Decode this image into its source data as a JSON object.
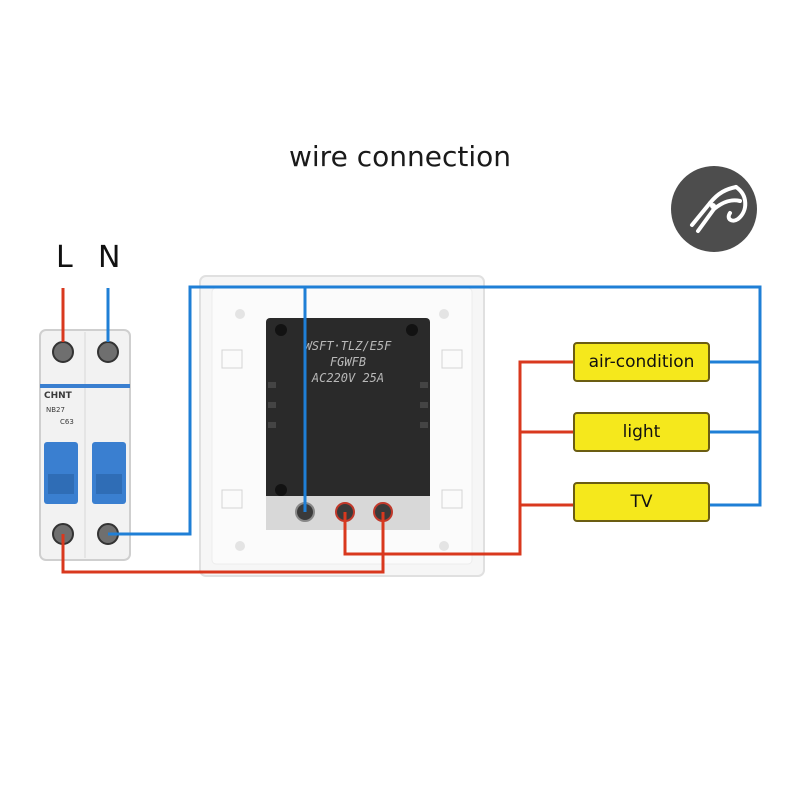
{
  "title": "wire connection",
  "terminals": {
    "live": "L",
    "neutral": "N"
  },
  "breaker": {
    "brand": "CHNT",
    "model": "NB27",
    "rating": "C63"
  },
  "switch_plate": {
    "line1": "WSFT·TLZ/E5F",
    "line2": "FGWFB",
    "line3": "AC220V 25A"
  },
  "loads": [
    {
      "label": "air-condition"
    },
    {
      "label": "light"
    },
    {
      "label": "TV"
    }
  ],
  "colors": {
    "live_wire": "#d9381e",
    "neutral_wire": "#1f7fd6",
    "load_fill": "#f5e81c",
    "breaker_blue": "#3a7fd0"
  },
  "icons": {
    "tool_badge": "pliers-icon"
  }
}
